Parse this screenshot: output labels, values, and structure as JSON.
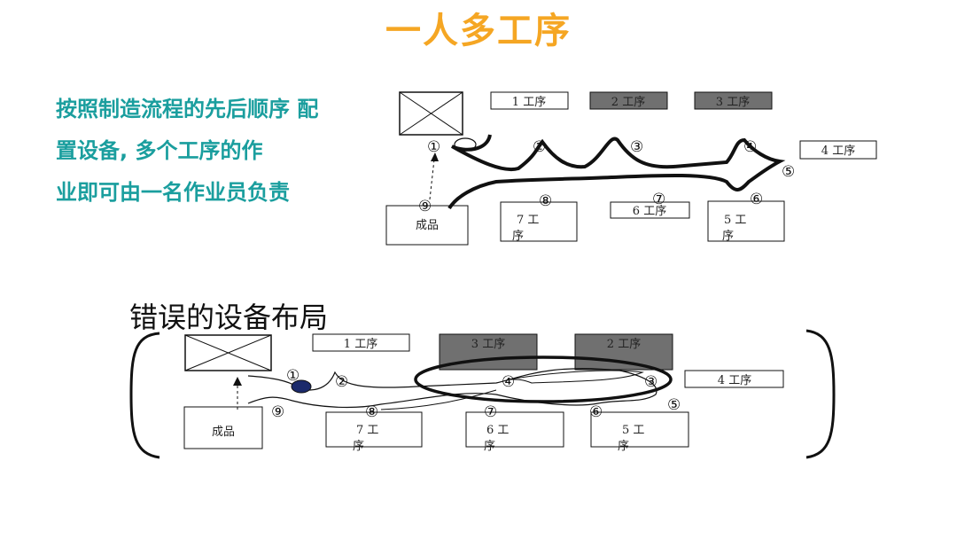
{
  "title": "一人多工序",
  "description": {
    "lines": [
      "按照制造流程的先后顺序 配",
      "置设备, 多个工序的作",
      "业即可由一名作业员负责"
    ]
  },
  "bottom": {
    "title": "错误的设备布局"
  },
  "colors": {
    "title": "#f5a623",
    "description": "#1a9e9e",
    "dark_box": "#707070"
  },
  "top_diagram": {
    "proc1": "1 工序",
    "proc2": "2 工序",
    "proc3": "3 工序",
    "proc4": "4 工序",
    "proc5": "5 工",
    "proc5b": "序",
    "proc6": "6 工序",
    "proc7": "7 工",
    "proc7b": "序",
    "finished": "成品",
    "steps": [
      "①",
      "②",
      "③",
      "④",
      "⑤",
      "⑥",
      "⑦",
      "⑧",
      "⑨"
    ]
  },
  "bottom_diagram": {
    "proc1": "1 工序",
    "proc2": "2 工序",
    "proc3": "3 工序",
    "proc4": "4 工序",
    "proc5": "5 工",
    "proc5b": "序",
    "proc6": "6 工",
    "proc6b": "序",
    "proc7": "7 工",
    "proc7b": "序",
    "finished": "成品",
    "steps": [
      "①",
      "②",
      "③",
      "④",
      "⑤",
      "⑥",
      "⑦",
      "⑧",
      "⑨"
    ]
  }
}
